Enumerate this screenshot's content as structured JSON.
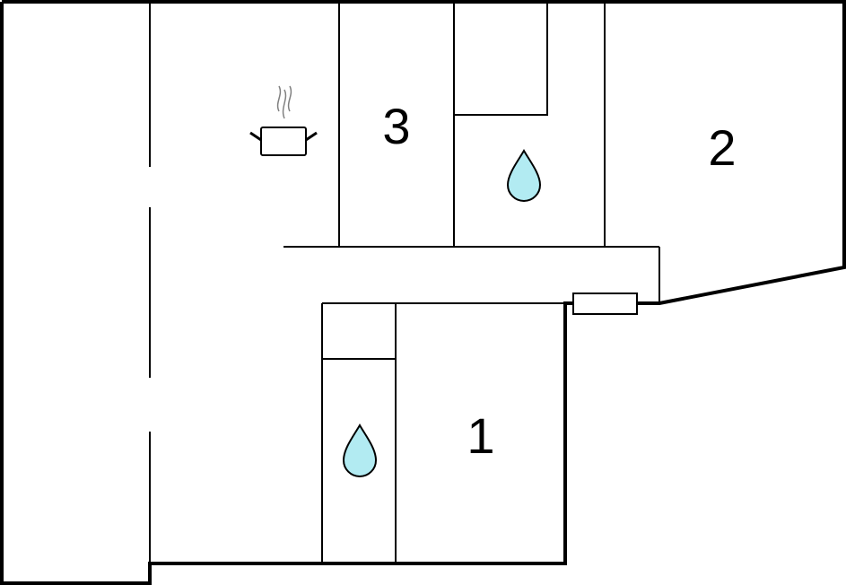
{
  "floorplan": {
    "rooms": [
      {
        "id": "room-1",
        "label": "1"
      },
      {
        "id": "room-2",
        "label": "2"
      },
      {
        "id": "room-3",
        "label": "3"
      }
    ],
    "icons": {
      "kitchen": "cooking-pot-icon",
      "bathroom": "water-drop-icon"
    },
    "colors": {
      "wall": "#000000",
      "water_drop": "#b2ebf2",
      "steam": "#808080"
    }
  }
}
